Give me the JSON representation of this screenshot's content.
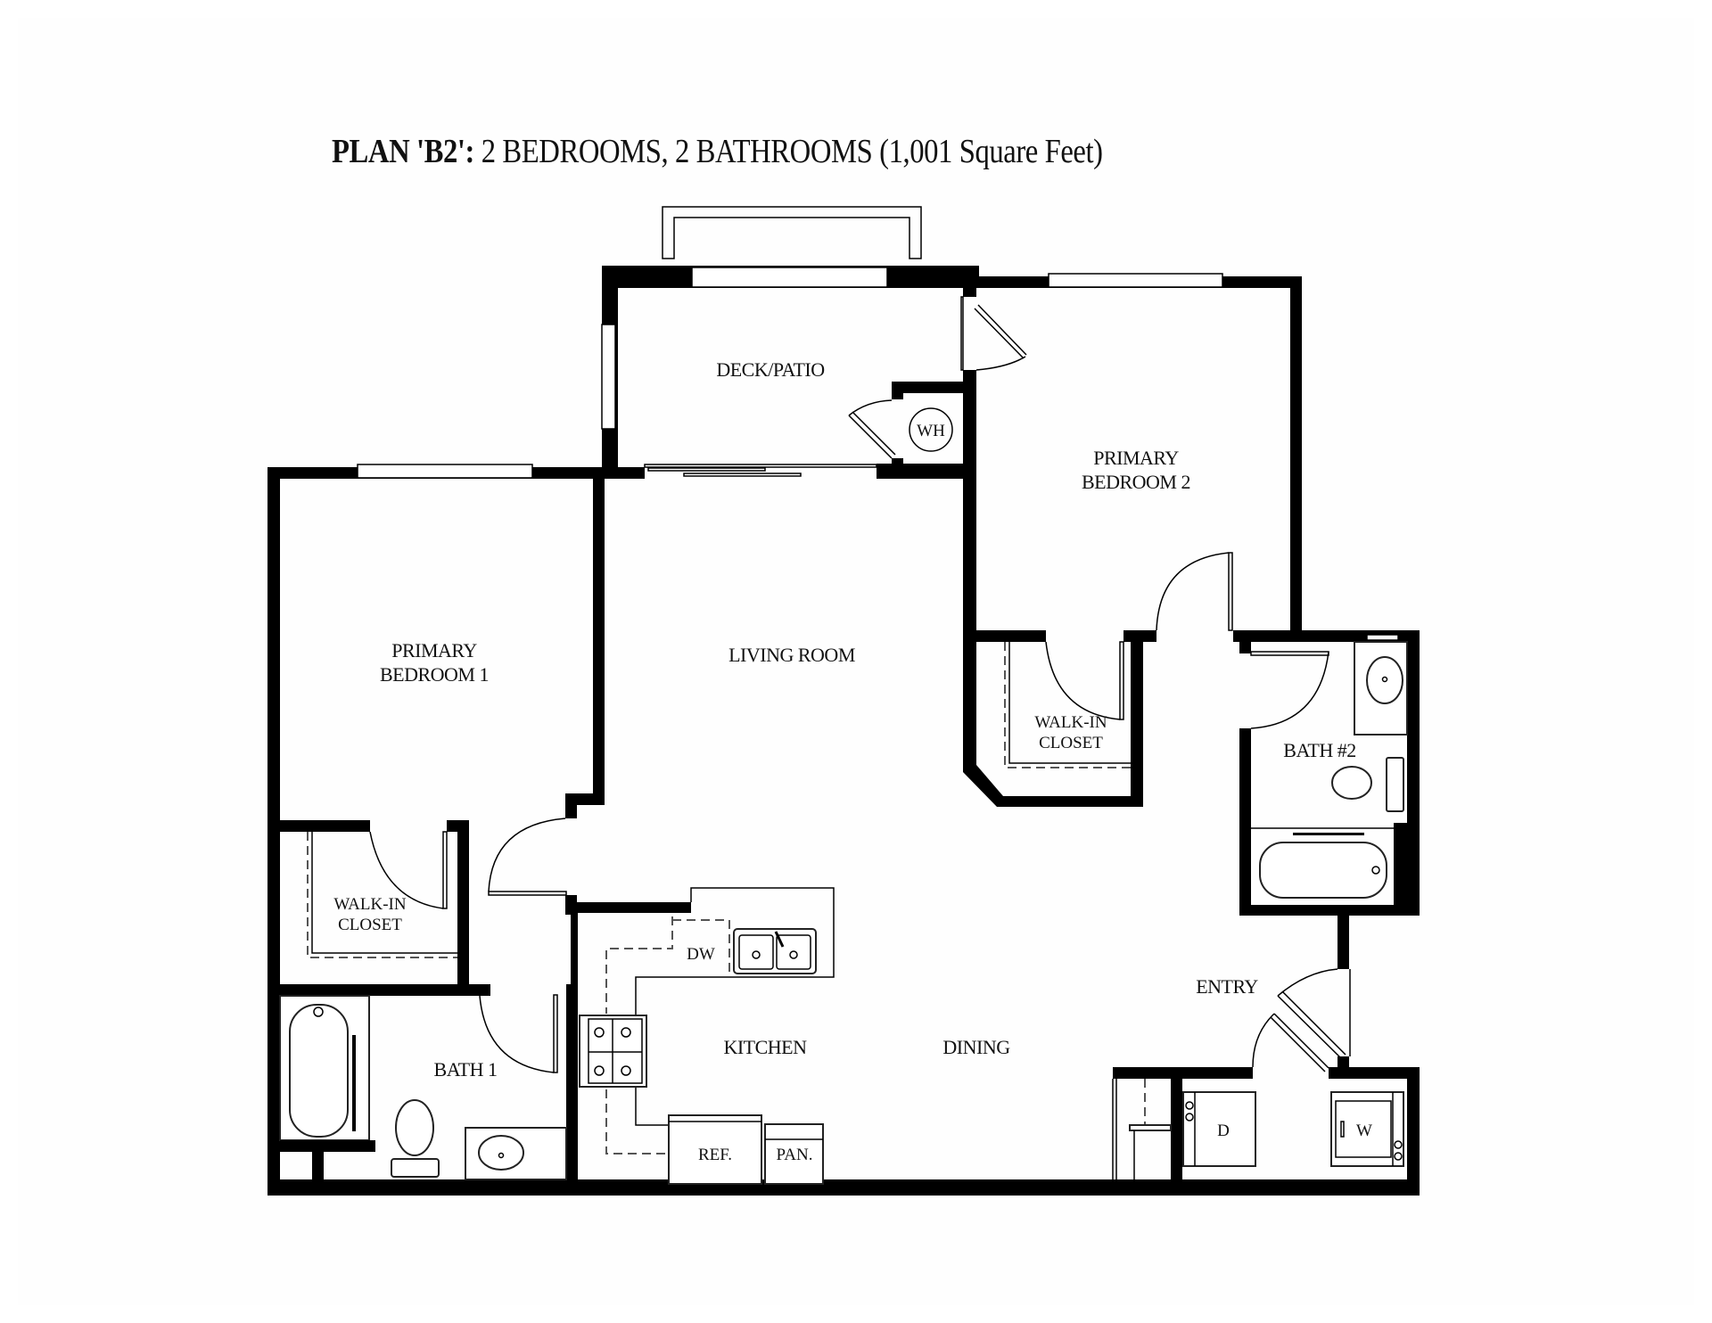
{
  "plan": {
    "title_bold": "PLAN 'B2':",
    "title_rest": " 2 BEDROOMS, 2 BATHROOMS (1,001 Square Feet)",
    "name": "B2",
    "bedrooms": 2,
    "bathrooms": 2,
    "square_feet": "1,001"
  },
  "rooms": {
    "deck": "DECK/PATIO",
    "water_heater": "WH",
    "bedroom2_line1": "PRIMARY",
    "bedroom2_line2": "BEDROOM 2",
    "bedroom1_line1": "PRIMARY",
    "bedroom1_line2": "BEDROOM 1",
    "living": "LIVING ROOM",
    "closet2_line1": "WALK-IN",
    "closet2_line2": "CLOSET",
    "closet1_line1": "WALK-IN",
    "closet1_line2": "CLOSET",
    "bath2": "BATH #2",
    "bath1": "BATH 1",
    "kitchen": "KITCHEN",
    "dining": "DINING",
    "entry": "ENTRY"
  },
  "fixtures": {
    "dishwasher": "DW",
    "refrigerator": "REF.",
    "pantry": "PAN.",
    "dryer": "D",
    "washer": "W"
  },
  "colors": {
    "wall": "#000000",
    "background": "#ffffff"
  }
}
